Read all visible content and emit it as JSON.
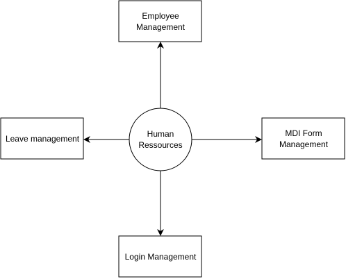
{
  "diagram": {
    "center": {
      "label": "Human Ressources"
    },
    "nodes": {
      "top": {
        "label": "Employee Management"
      },
      "left": {
        "label": "Leave management"
      },
      "right": {
        "label": "MDI Form Management"
      },
      "bottom": {
        "label": "Login Management"
      }
    },
    "colors": {
      "stroke": "#000000",
      "fill": "#ffffff",
      "text": "#000000"
    }
  }
}
